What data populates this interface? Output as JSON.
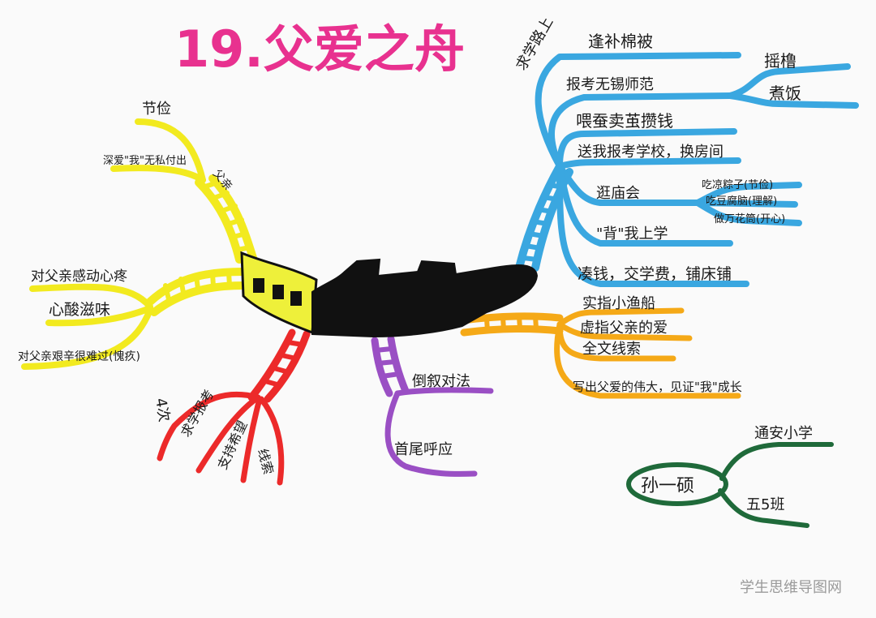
{
  "title": "19.父爱之舟",
  "watermark": "学生思维导图网",
  "colors": {
    "blue": "#3aa7e0",
    "yellow": "#f2ea1f",
    "red": "#ec2a2a",
    "purple": "#9a4fc4",
    "orange": "#f5a917",
    "green": "#1f6a3a",
    "boat_black": "#111111",
    "boat_yellow": "#eef03a",
    "title_pink": "#e8318f"
  },
  "blue_branch": {
    "label": "求学路上",
    "items": [
      "逢补棉被",
      "报考无锡师范",
      "喂蚕卖茧攒钱",
      "送我报考学校，换房间",
      "逛庙会",
      "\"背\"我上学",
      "凑钱，交学费，铺床铺"
    ],
    "sub_fanzhi": [
      "摇橹",
      "煮饭"
    ],
    "sub_miaohui": [
      "吃凉粽子(节俭)",
      "吃豆腐脑(理解)",
      "做万花筒(开心)"
    ]
  },
  "yellow_upper": {
    "label": "父亲",
    "items": [
      "节俭",
      "深爱\"我\"无私付出"
    ]
  },
  "yellow_left": {
    "items": [
      "对父亲感动心疼",
      "心酸滋味",
      "对父亲艰辛很难过(愧疚)"
    ]
  },
  "red_branch": {
    "items": [
      "4次",
      "求学报考",
      "支持希望",
      "线索"
    ]
  },
  "purple_branch": {
    "items": [
      "倒叙对法",
      "首尾呼应"
    ]
  },
  "orange_branch": {
    "items": [
      "实指小渔船",
      "虚指父亲的爱",
      "全文线索",
      "写出父爱的伟大，见证\"我\"成长"
    ]
  },
  "signature": {
    "name": "孙一硕",
    "school": "通安小学",
    "class": "五5班"
  }
}
